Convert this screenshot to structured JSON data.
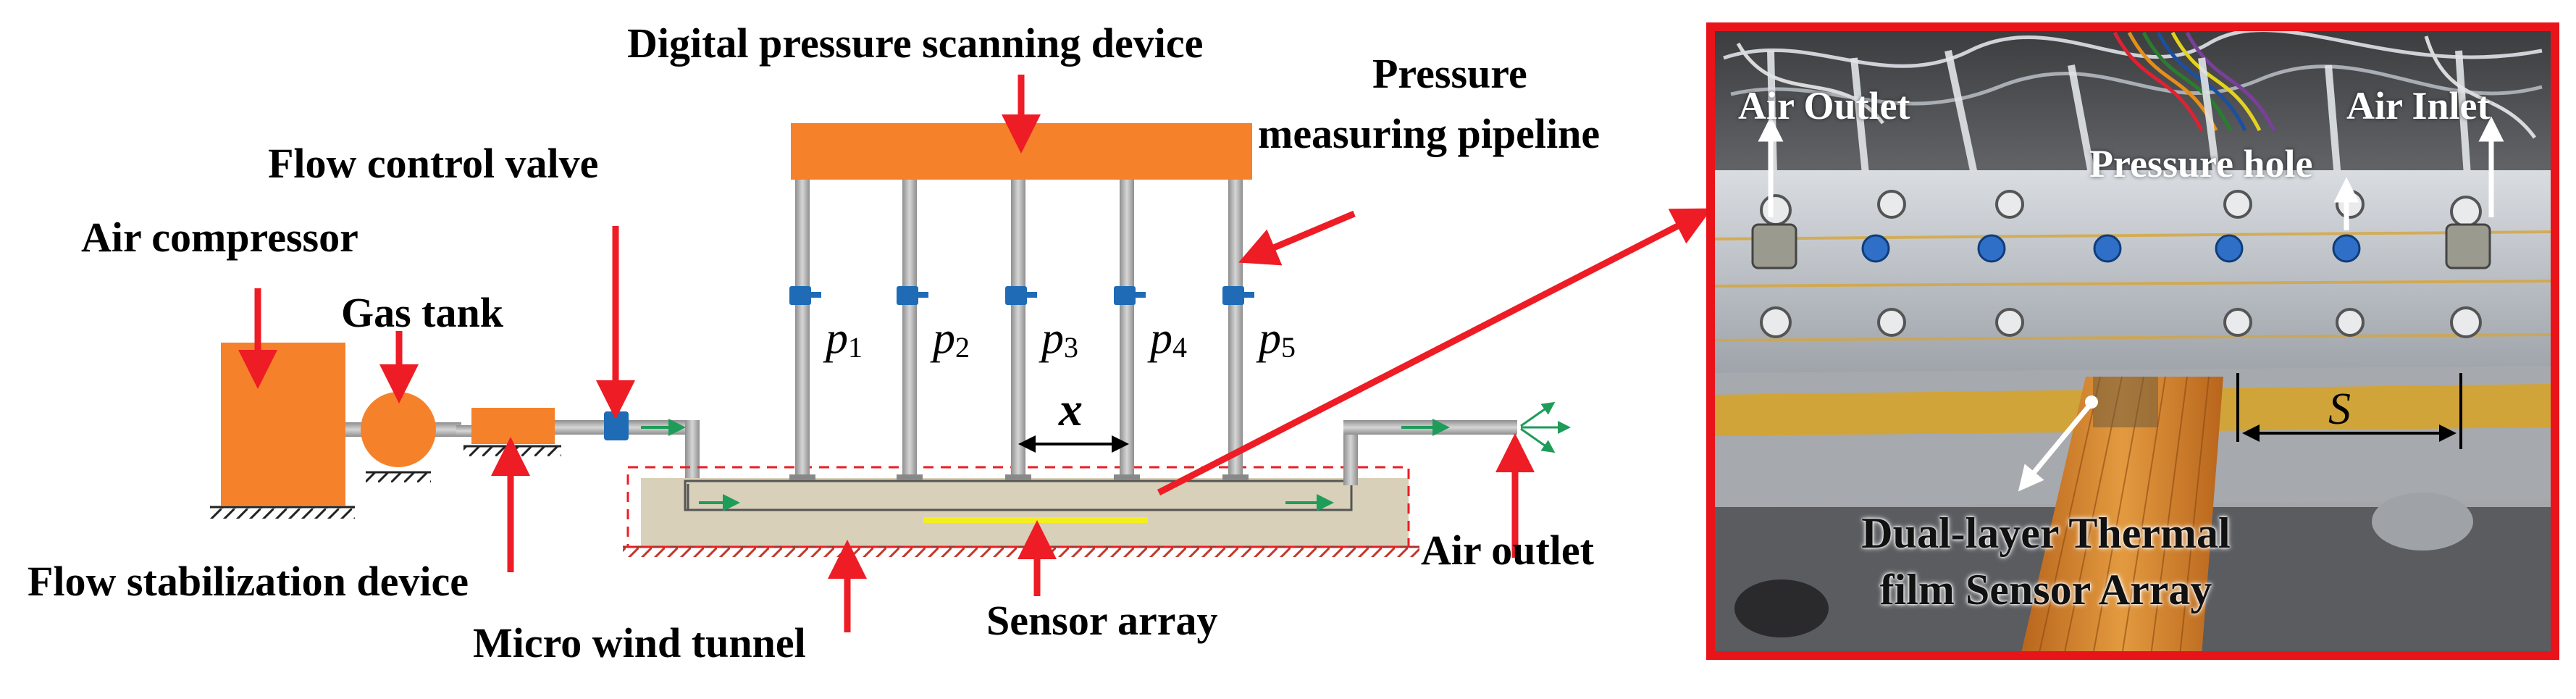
{
  "schematic": {
    "labels": {
      "digital_pressure_scanning_device": "Digital pressure scanning device",
      "pressure_measuring_pipeline_line1": "Pressure",
      "pressure_measuring_pipeline_line2": "measuring pipeline",
      "flow_control_valve": "Flow control valve",
      "air_compressor": "Air compressor",
      "gas_tank": "Gas tank",
      "flow_stabilization_device": "Flow stabilization device",
      "micro_wind_tunnel": "Micro wind tunnel",
      "sensor_array": "Sensor array",
      "air_outlet": "Air outlet",
      "spacing_symbol": "x"
    },
    "pressure_taps": [
      {
        "symbol": "p",
        "index": "1"
      },
      {
        "symbol": "p",
        "index": "2"
      },
      {
        "symbol": "p",
        "index": "3"
      },
      {
        "symbol": "p",
        "index": "4"
      },
      {
        "symbol": "p",
        "index": "5"
      }
    ]
  },
  "photo": {
    "labels": {
      "air_outlet": "Air Outlet",
      "air_inlet": "Air Inlet",
      "pressure_hole": "Pressure hole",
      "spacing_symbol": "S",
      "sensor_array_line1": "Dual-layer Thermal",
      "sensor_array_line2": "film Sensor Array"
    }
  },
  "colors": {
    "component_orange": "#f5822a",
    "arrow_red": "#ee1c25",
    "frame_red": "#e8141a",
    "pipe_gray": "#b8b8b8",
    "tunnel_tan": "#d8d0b8",
    "valve_blue": "#1f6bb5",
    "flow_green": "#1e9c5a",
    "sensor_yellow": "#f2ee20",
    "film_orange": "#c87828"
  }
}
